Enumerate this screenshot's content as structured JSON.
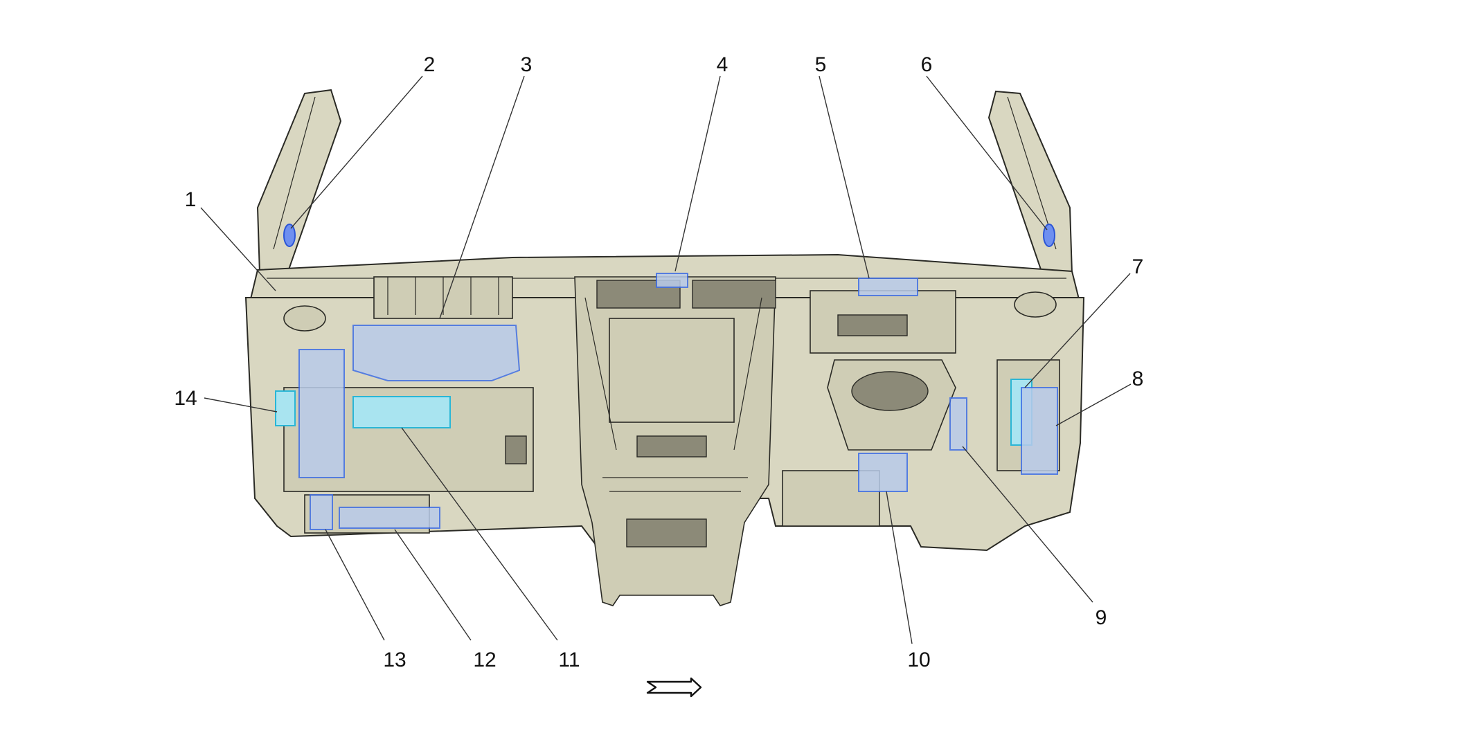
{
  "diagram": {
    "callouts": [
      {
        "id": "1",
        "label": "1"
      },
      {
        "id": "2",
        "label": "2"
      },
      {
        "id": "3",
        "label": "3"
      },
      {
        "id": "4",
        "label": "4"
      },
      {
        "id": "5",
        "label": "5"
      },
      {
        "id": "6",
        "label": "6"
      },
      {
        "id": "7",
        "label": "7"
      },
      {
        "id": "8",
        "label": "8"
      },
      {
        "id": "9",
        "label": "9"
      },
      {
        "id": "10",
        "label": "10"
      },
      {
        "id": "11",
        "label": "11"
      },
      {
        "id": "12",
        "label": "12"
      },
      {
        "id": "13",
        "label": "13"
      },
      {
        "id": "14",
        "label": "14"
      }
    ],
    "colors": {
      "dashboard": "#d9d7c1",
      "highlight": "#3f6ee6",
      "highlight_cyan": "#29b6d6"
    },
    "icons": {
      "direction": "forward-arrow-icon"
    }
  }
}
